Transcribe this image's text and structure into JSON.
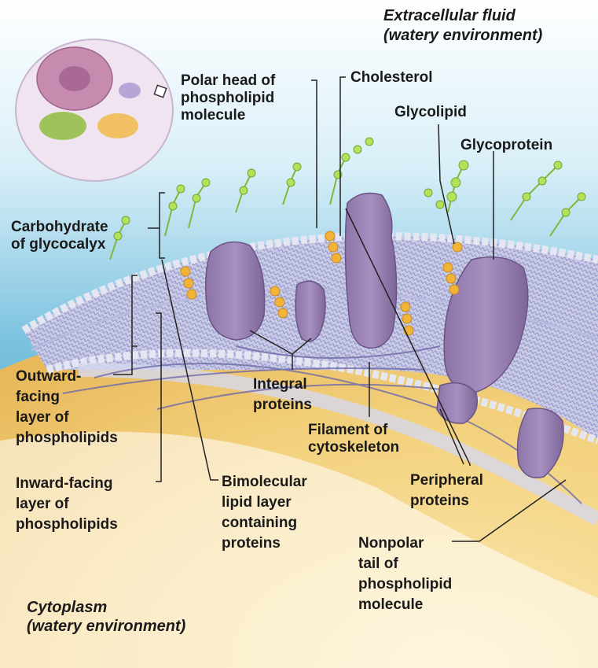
{
  "regions": {
    "extracellular": "Extracellular fluid\n(watery environment)",
    "cytoplasm": "Cytoplasm\n(watery environment)"
  },
  "labels": {
    "polar_head": "Polar head of\nphospholipid\nmolecule",
    "cholesterol": "Cholesterol",
    "glycolipid": "Glycolipid",
    "glycoprotein": "Glycoprotein",
    "carbohydrate": "Carbohydrate\nof glycocalyx",
    "outward_layer": "Outward-\nfacing\nlayer of\nphospholipids",
    "inward_layer": "Inward-facing\nlayer of\nphospholipids",
    "integral_proteins": "Integral\nproteins",
    "filament": "Filament of\ncytoskeleton",
    "bimolecular": "Bimolecular\nlipid layer\ncontaining\nproteins",
    "peripheral": "Peripheral\nproteins",
    "nonpolar_tail": "Nonpolar\ntail of\nphospholipid\nmolecule"
  },
  "colors": {
    "extracellular_top": "#ffffff",
    "extracellular_mid": "#bfe3f2",
    "extracellular_deep": "#5fb4d6",
    "cytoplasm": "#f3d27e",
    "cytoplasm_light": "#fbe9b4",
    "protein": "#9d86b5",
    "protein_dark": "#7b6497",
    "head": "#e4e6f2",
    "cholesterol": "#f2b33a",
    "sugar": "#a9d94a",
    "filament": "#6f6aa8",
    "leader": "#222222"
  }
}
